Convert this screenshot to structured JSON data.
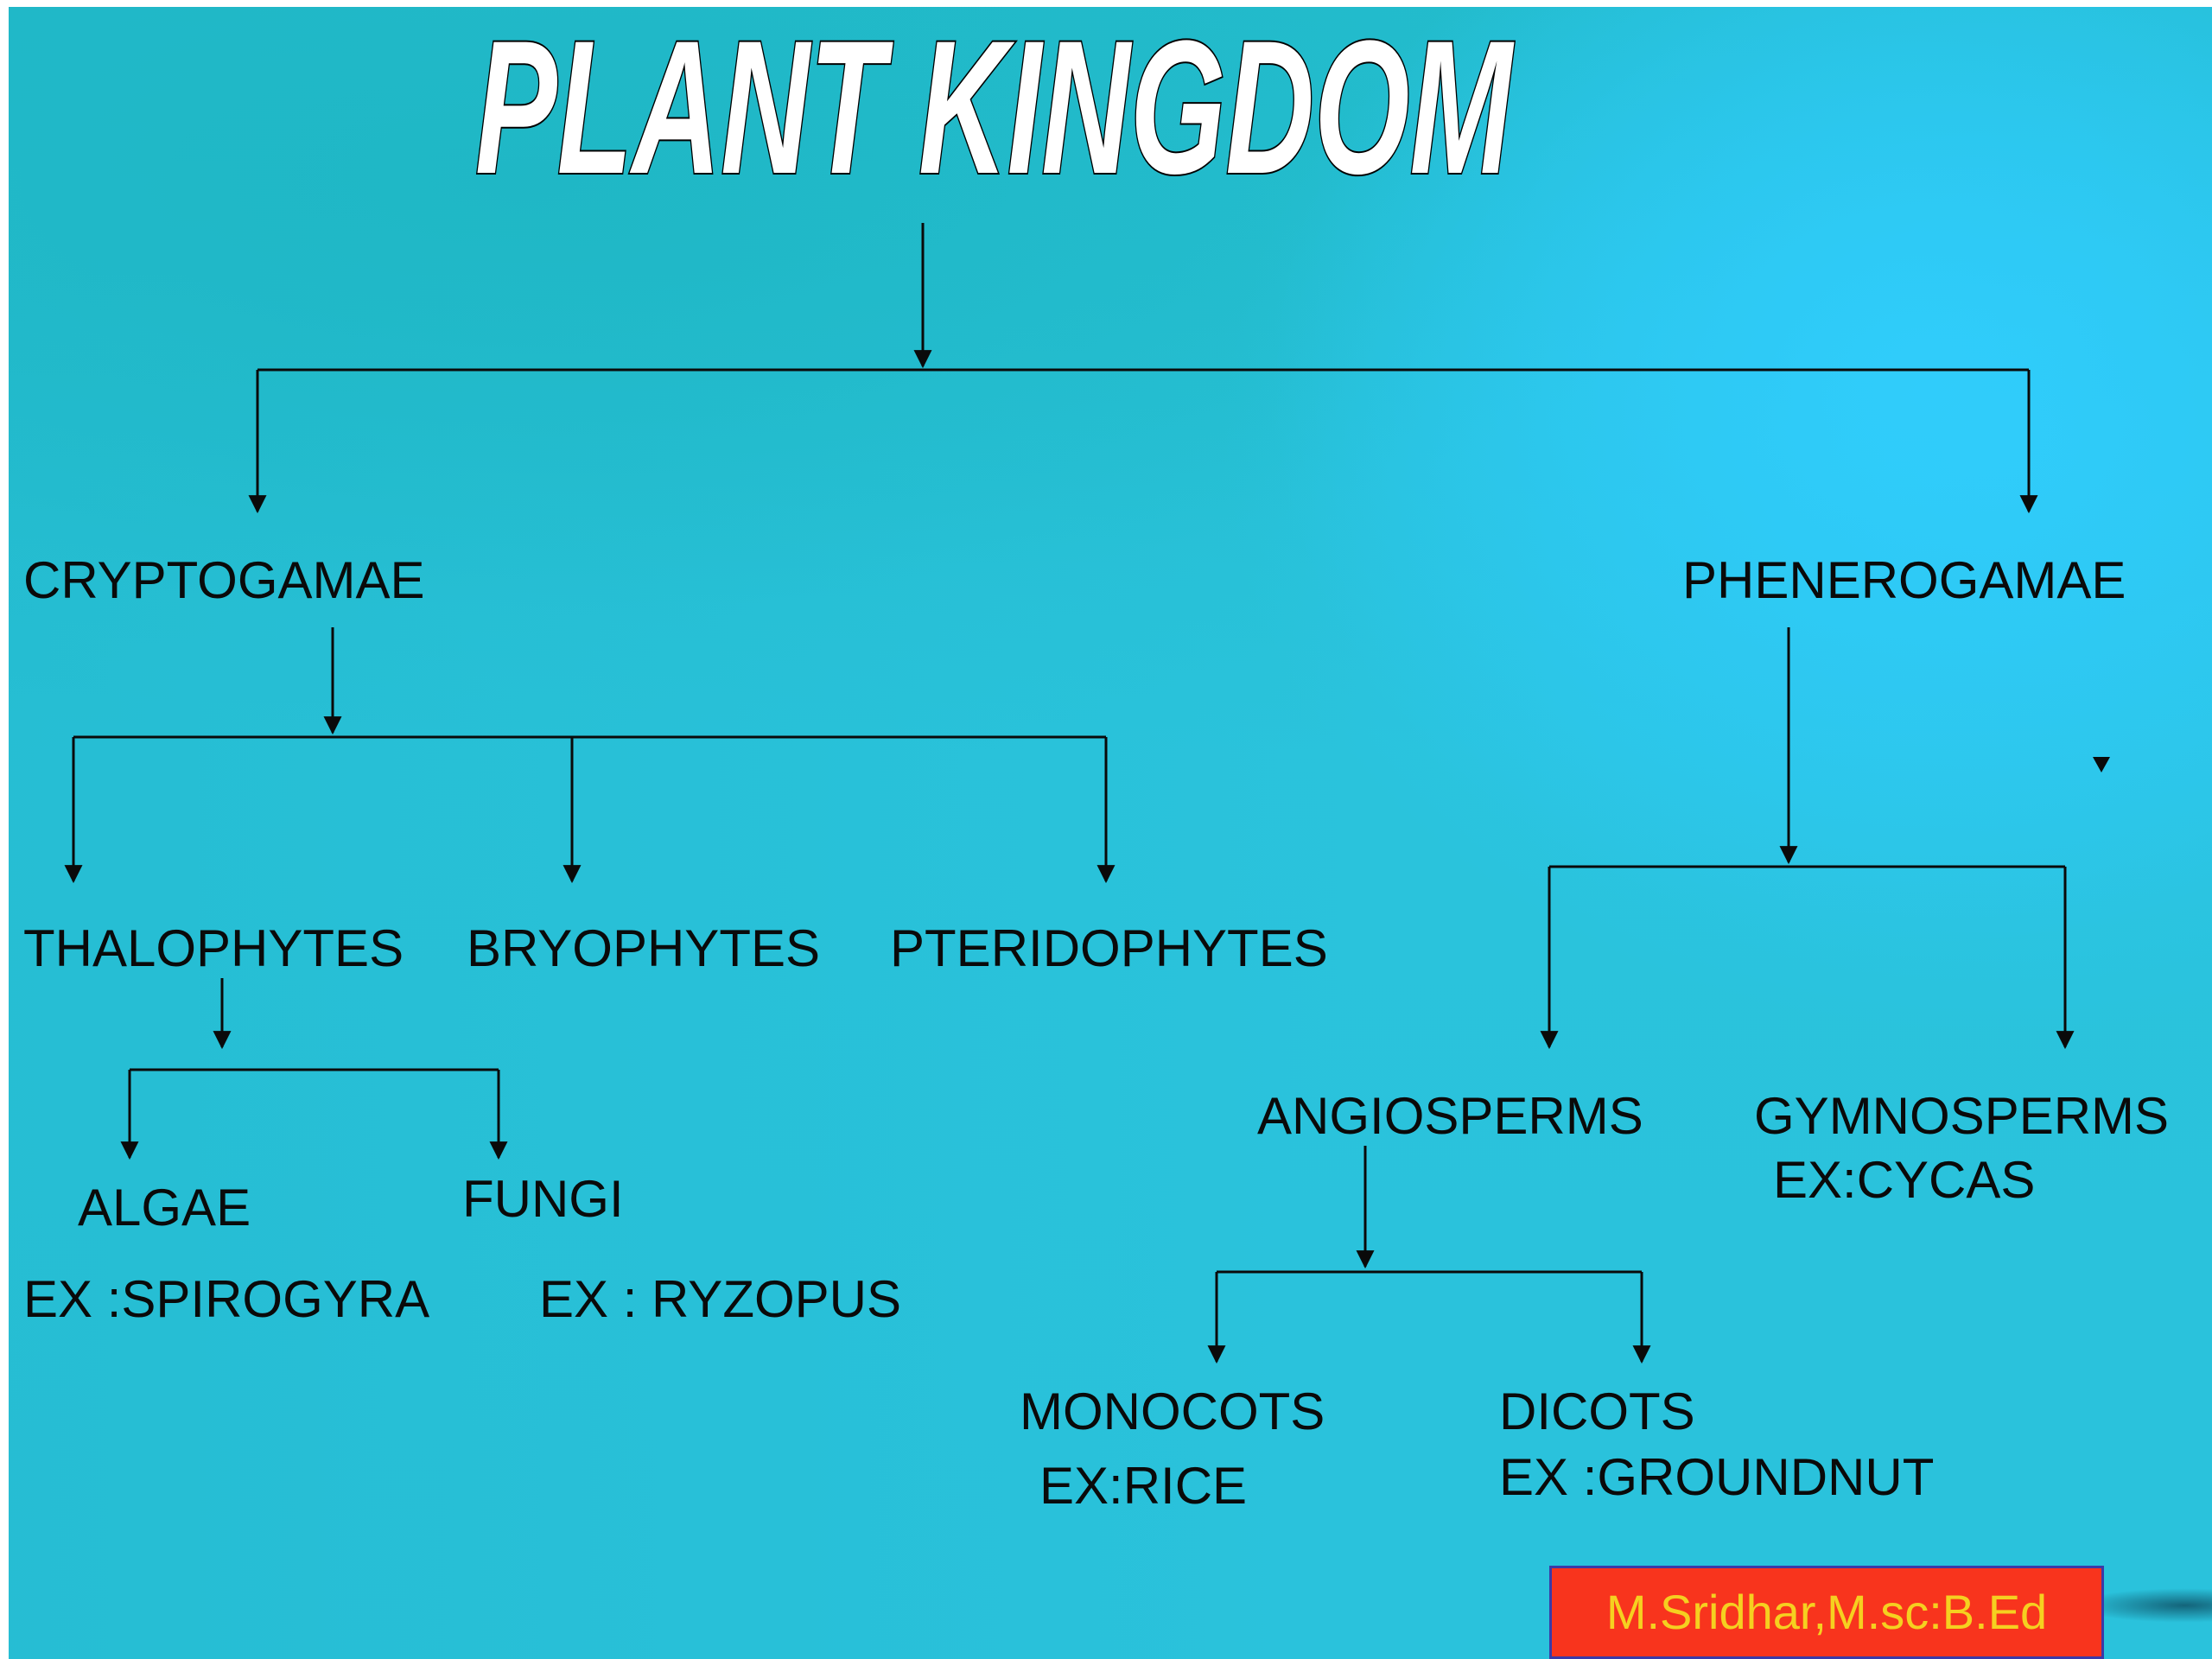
{
  "title": "PLANT KINGDOM",
  "colors": {
    "background": "#2ac3dc",
    "title_fill": "#ffffff",
    "title_outline": "#000000",
    "text": "#0a0a0a",
    "credit_background": "#f8341d",
    "credit_text": "#f5d020"
  },
  "nodes": {
    "cryptogamae": "CRYPTOGAMAE",
    "phenerogamae": "PHENEROGAMAE",
    "thalophytes": "THALOPHYTES",
    "bryophytes": "BRYOPHYTES",
    "pteridophytes": "PTERIDOPHYTES",
    "algae": "ALGAE",
    "algae_example": "EX :SPIROGYRA",
    "fungi": "FUNGI",
    "fungi_example": "EX : RYZOPUS",
    "angiosperms": "ANGIOSPERMS",
    "gymnosperms": "GYMNOSPERMS",
    "gymnosperms_example": "EX:CYCAS",
    "monocots": "MONOCOTS",
    "monocots_example": "EX:RICE",
    "dicots": "DICOTS",
    "dicots_example": "EX :GROUNDNUT"
  },
  "credit": "M.Sridhar,M.sc:B.Ed"
}
